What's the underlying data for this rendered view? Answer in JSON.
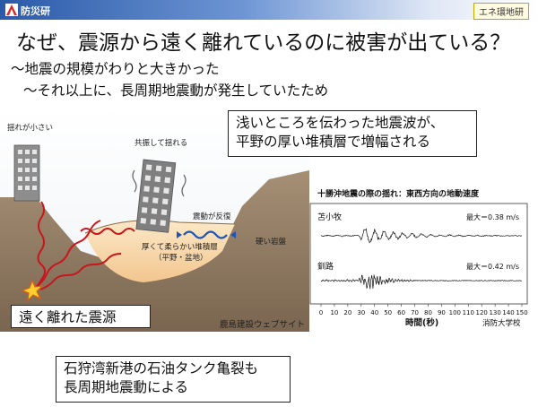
{
  "header": {
    "org": "防災研",
    "lab": "エネ環地研",
    "colors": {
      "bar": "#2b5aa8"
    }
  },
  "title": "なぜ、震源から遠く離れているのに被害が出ている？",
  "subtitle_1": "～地震の規模がわりと大きかった",
  "subtitle_2": "～それ以上に、長周期地震動が発生していたため",
  "callout_shallow": {
    "line1": "浅いところを伝わった地震波が、",
    "line2": "平野の厚い堆積層で増幅される"
  },
  "callout_source": "遠く離れた震源",
  "callout_tank": {
    "line1": "石狩湾新港の石油タンク亀裂も",
    "line2": "長周期地震動による"
  },
  "illustration": {
    "label_small_shake": "揺れが小さい",
    "label_resonance": "共振して揺れる",
    "label_reflect": "震動が反復",
    "label_sediment_1": "厚くて柔らかい堆積層",
    "label_sediment_2": "（平野・盆地）",
    "label_bedrock": "硬い岩盤",
    "credit": "鹿島建設ウェブサイト"
  },
  "seismogram": {
    "title": "十勝沖地震の際の揺れ：東西方向の地動速度",
    "traces": [
      {
        "station": "苫小牧",
        "max_label": "最大＝0.38 m/s"
      },
      {
        "station": "釧路",
        "max_label": "最大＝0.42 m/s"
      }
    ],
    "x_ticks": [
      "0",
      "10",
      "20",
      "30",
      "40",
      "50",
      "60",
      "70",
      "80",
      "90",
      "100",
      "110",
      "120",
      "130",
      "140",
      "150"
    ],
    "xlabel": "時間(秒)",
    "credit": "消防大学校"
  }
}
